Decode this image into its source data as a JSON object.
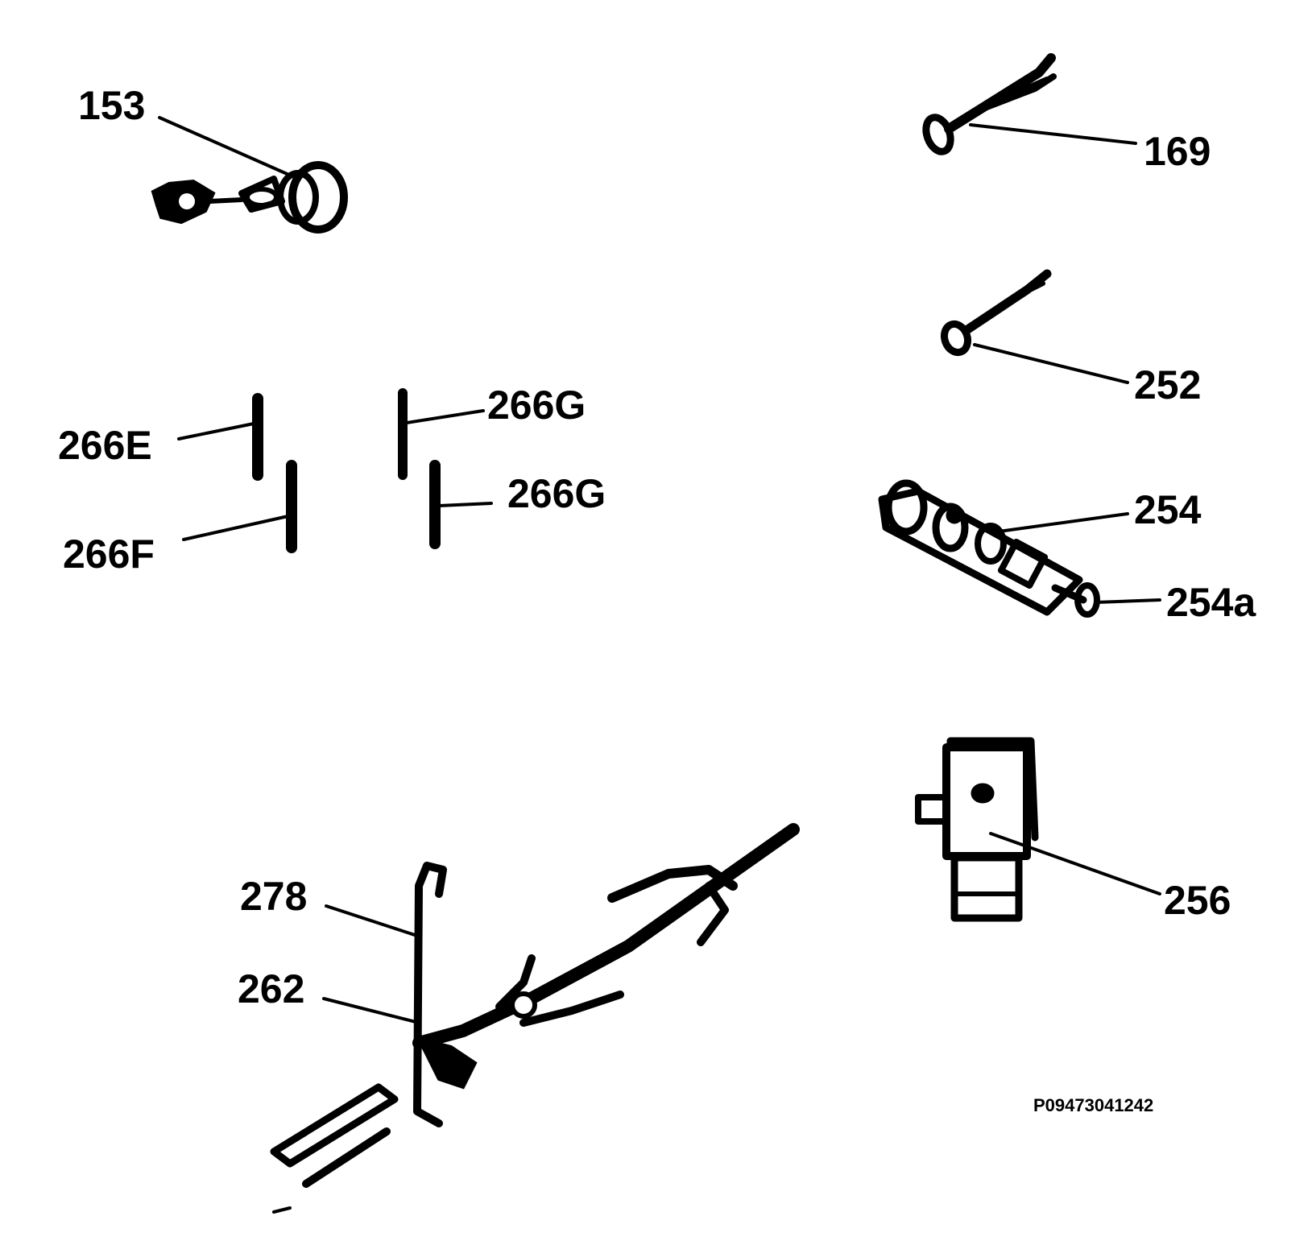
{
  "callouts": {
    "c153": "153",
    "c169": "169",
    "c252": "252",
    "c254": "254",
    "c254a": "254a",
    "c256": "256",
    "c266e": "266E",
    "c266f": "266F",
    "c266g_upper": "266G",
    "c266g_lower": "266G",
    "c278": "278",
    "c262": "262"
  },
  "drawing_code": "P09473041242",
  "colors": {
    "ink": "#000000",
    "background": "#ffffff"
  }
}
